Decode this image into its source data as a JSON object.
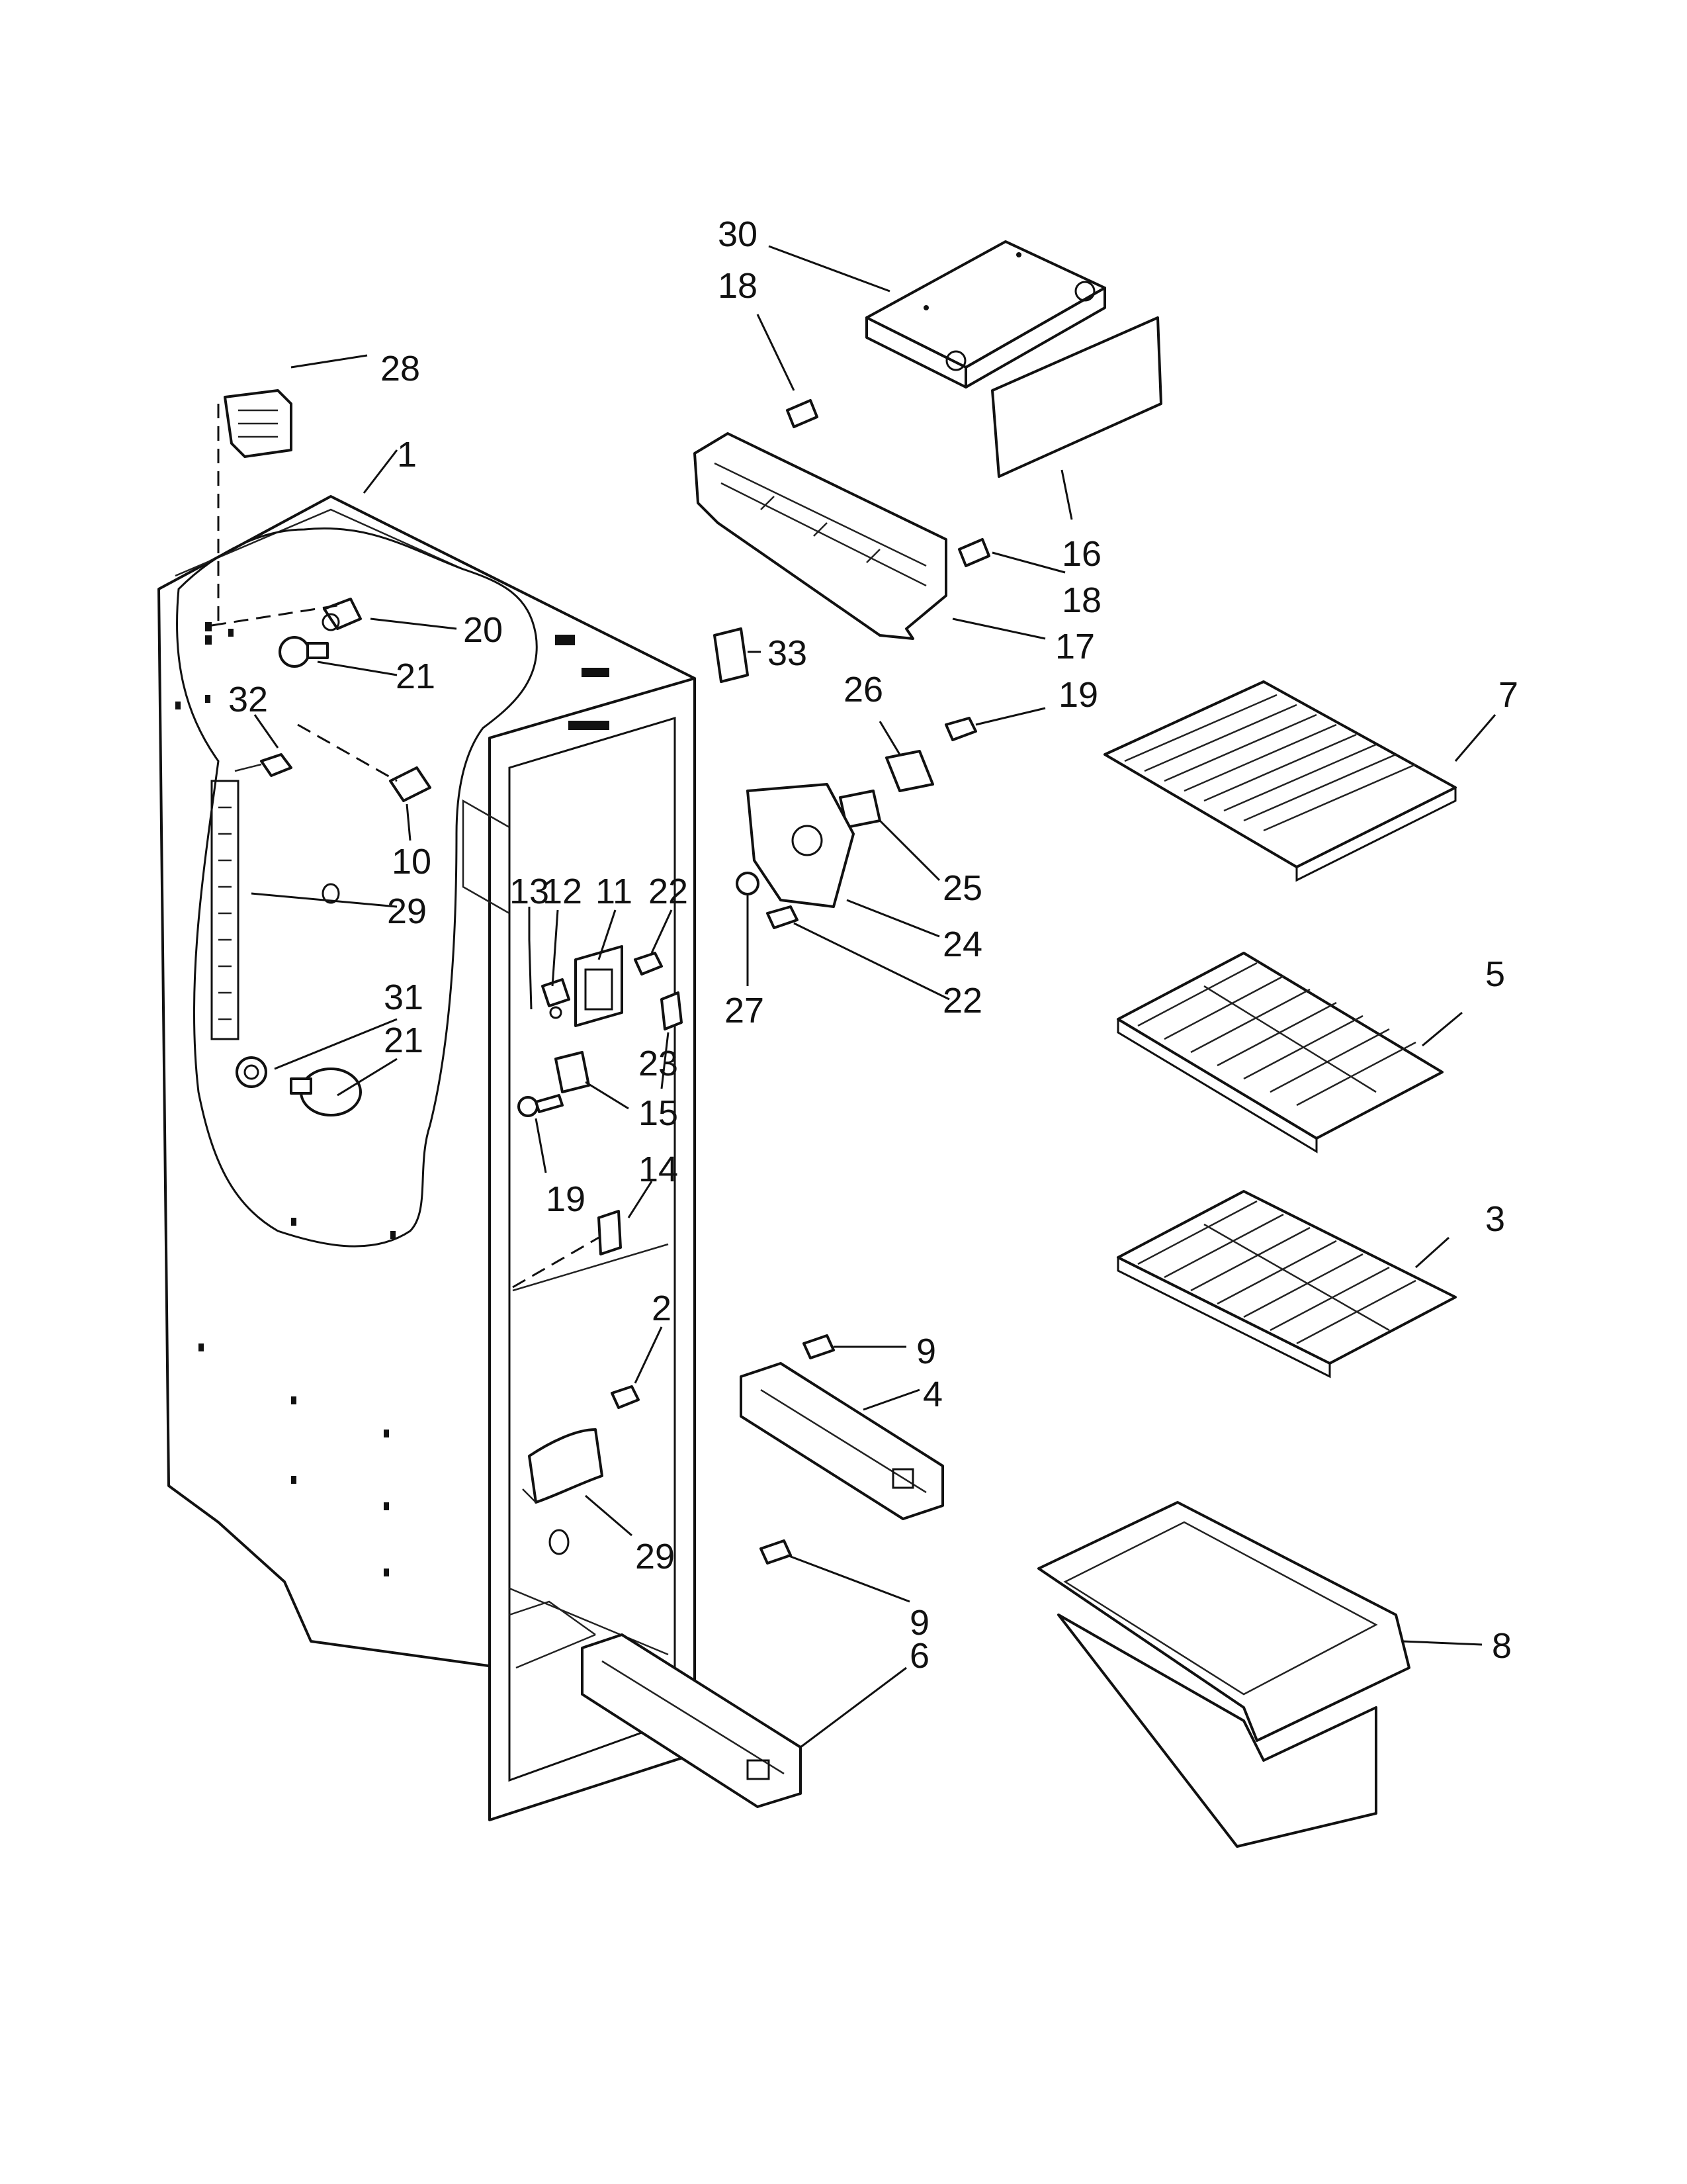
{
  "callouts": [
    {
      "id": "c30",
      "label": "30"
    },
    {
      "id": "c18a",
      "label": "18"
    },
    {
      "id": "c28",
      "label": "28"
    },
    {
      "id": "c1",
      "label": "1"
    },
    {
      "id": "c16",
      "label": "16"
    },
    {
      "id": "c18b",
      "label": "18"
    },
    {
      "id": "c20",
      "label": "20"
    },
    {
      "id": "c17",
      "label": "17"
    },
    {
      "id": "c21a",
      "label": "21"
    },
    {
      "id": "c33",
      "label": "33"
    },
    {
      "id": "c26",
      "label": "26"
    },
    {
      "id": "c19a",
      "label": "19"
    },
    {
      "id": "c7",
      "label": "7"
    },
    {
      "id": "c32",
      "label": "32"
    },
    {
      "id": "c10",
      "label": "10"
    },
    {
      "id": "c13",
      "label": "13"
    },
    {
      "id": "c12",
      "label": "12"
    },
    {
      "id": "c11",
      "label": "11"
    },
    {
      "id": "c22a",
      "label": "22"
    },
    {
      "id": "c25",
      "label": "25"
    },
    {
      "id": "c29a",
      "label": "29"
    },
    {
      "id": "c24",
      "label": "24"
    },
    {
      "id": "c22b",
      "label": "22"
    },
    {
      "id": "c27",
      "label": "27"
    },
    {
      "id": "c5",
      "label": "5"
    },
    {
      "id": "c31",
      "label": "31"
    },
    {
      "id": "c21b",
      "label": "21"
    },
    {
      "id": "c23",
      "label": "23"
    },
    {
      "id": "c15",
      "label": "15"
    },
    {
      "id": "c19b",
      "label": "19"
    },
    {
      "id": "c14",
      "label": "14"
    },
    {
      "id": "c3",
      "label": "3"
    },
    {
      "id": "c2",
      "label": "2"
    },
    {
      "id": "c9a",
      "label": "9"
    },
    {
      "id": "c4",
      "label": "4"
    },
    {
      "id": "c29b",
      "label": "29"
    },
    {
      "id": "c9b",
      "label": "9"
    },
    {
      "id": "c8",
      "label": "8"
    },
    {
      "id": "c6",
      "label": "6"
    }
  ]
}
